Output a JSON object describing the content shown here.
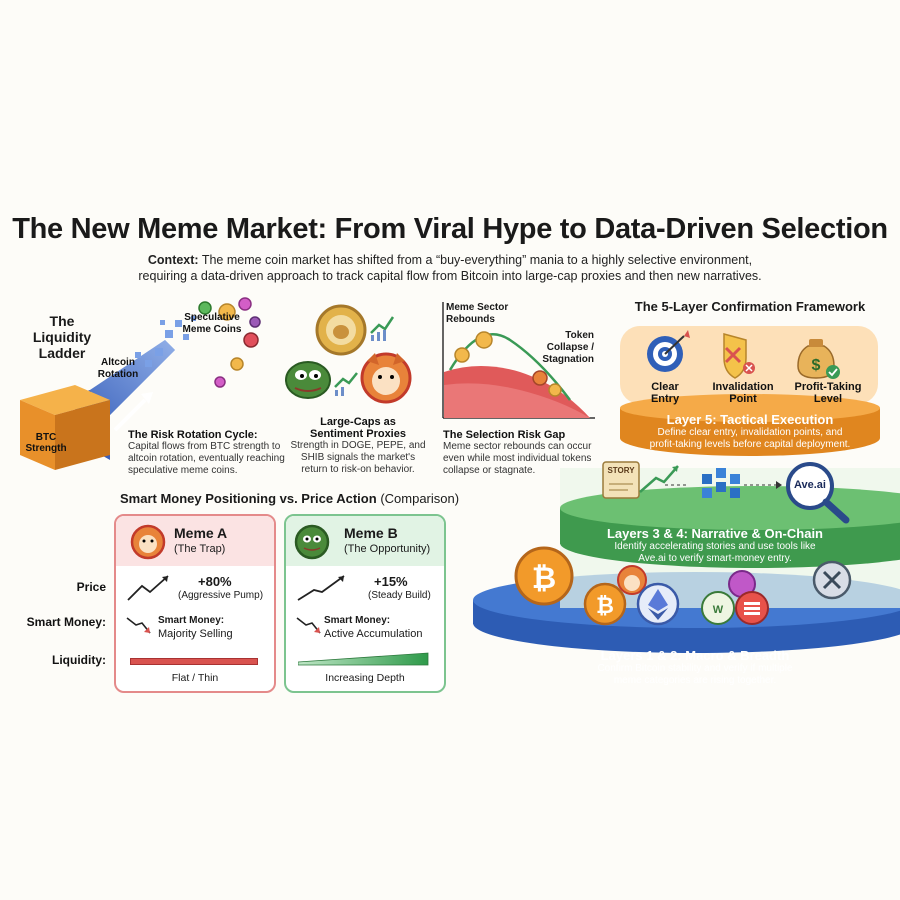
{
  "title": "The New Meme Market: From Viral Hype to Data-Driven Selection",
  "context": {
    "label": "Context:",
    "line1": "The meme coin market has shifted from a “buy-everything” mania to a highly selective environment,",
    "line2": "requiring a data-driven approach to track capital flow from Bitcoin into large-cap proxies and then new narratives."
  },
  "ladder": {
    "title_line1": "The",
    "title_line2": "Liquidity",
    "title_line3": "Ladder",
    "btc_line1": "BTC",
    "btc_line2": "Strength",
    "altcoin_line1": "Altcoin",
    "altcoin_line2": "Rotation",
    "spec_line1": "Speculative",
    "spec_line2": "Meme Coins",
    "caption_title": "The Risk Rotation Cycle:",
    "caption_line1": "Capital flows from BTC strength to",
    "caption_line2": "altcoin rotation, eventually reaching",
    "caption_line3": "speculative meme coins."
  },
  "largecaps": {
    "title_line1": "Large-Caps as",
    "title_line2": "Sentiment Proxies",
    "caption_line1": "Strength in DOGE, PEPE, and",
    "caption_line2": "SHIB signals the market's",
    "caption_line3": "return to risk-on behavior."
  },
  "selection": {
    "label_rebound_line1": "Meme Sector",
    "label_rebound_line2": "Rebounds",
    "label_collapse_line1": "Token",
    "label_collapse_line2": "Collapse /",
    "label_collapse_line3": "Stagnation",
    "caption_title": "The Selection Risk Gap",
    "caption_line1": "Meme sector rebounds can occur",
    "caption_line2": "even while most individual tokens",
    "caption_line3": "collapse or stagnate."
  },
  "comparison": {
    "title": "Smart Money Positioning vs. Price Action",
    "title_suffix": "(Comparison)",
    "row_price": "Price",
    "row_smart": "Smart Money:",
    "row_liquidity": "Liquidity:",
    "meme_a": {
      "name": "Meme A",
      "sub": "(The Trap)",
      "price_value": "+80%",
      "price_note": "(Aggressive Pump)",
      "smart_label": "Smart Money:",
      "smart_value": "Majority Selling",
      "liquidity": "Flat / Thin",
      "color": "#d9534f"
    },
    "meme_b": {
      "name": "Meme B",
      "sub": "(The Opportunity)",
      "price_value": "+15%",
      "price_note": "(Steady Build)",
      "smart_label": "Smart Money:",
      "smart_value": "Active Accumulation",
      "liquidity": "Increasing Depth",
      "color": "#3a9a56"
    }
  },
  "framework": {
    "title": "The 5-Layer Confirmation Framework",
    "icons": {
      "clear_line1": "Clear",
      "clear_line2": "Entry",
      "invalid_line1": "Invalidation",
      "invalid_line2": "Point",
      "profit_line1": "Profit-Taking",
      "profit_line2": "Level"
    },
    "layer5": {
      "title": "Layer 5: Tactical Execution",
      "line1": "Define clear entry, invalidation points, and",
      "line2": "profit-taking levels before capital deployment.",
      "color": "#f2a23a"
    },
    "layer34": {
      "story_tag": "STORY",
      "ave_tag": "Ave.ai",
      "title": "Layers 3 & 4: Narrative & On-Chain",
      "line1": "Identify accelerating stories and use tools like",
      "line2": "Ave.ai to verify smart-money entry.",
      "color": "#5aaf5e"
    },
    "layer12": {
      "title": "Layers 1 & 2: Macro & Breadth",
      "line1": "Confirm Bitcoin stability and verify if multiple",
      "line2": "meme categories are rising together.",
      "color": "#3a6fc4"
    }
  }
}
